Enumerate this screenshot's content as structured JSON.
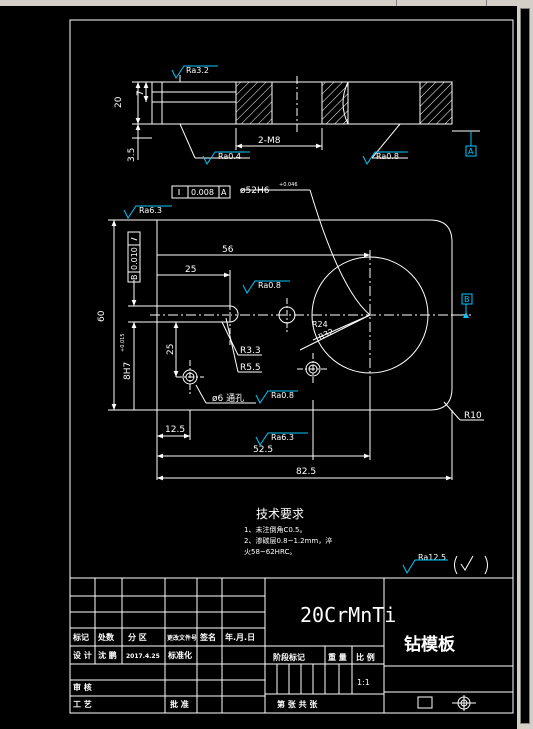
{
  "colors": {
    "background": "#000000",
    "lines": "#ffffff",
    "cyan": "#00c8ff",
    "hatch": "#ffffff"
  },
  "dimensions": {
    "height_20": "20",
    "height_7": "7",
    "height_3_5": "3.5",
    "thread": "2-M8",
    "len_56": "56",
    "len_25": "25",
    "height_60": "60",
    "vert_25": "25",
    "r3_3": "R3.3",
    "r5_5": "R5.5",
    "hole_phi6": "ø6 通孔",
    "len_12_5": "12.5",
    "len_52_5": "52.5",
    "len_82_5": "82.5",
    "r10": "R10",
    "r24": "R24",
    "r32": "R32",
    "bore_phi52": "ø52H6",
    "bore_tol": "+0.046",
    "slot_8h7": "8H7",
    "slot_tol": "+0.015"
  },
  "roughness": {
    "top_ra": "Ra3.2",
    "left_ra": "Ra0.4",
    "right_ra": "Ra0.8",
    "main_ra": "Ra6.3",
    "slot_ra": "Ra0.8",
    "hole_ra": "Ra0.8",
    "bottom_ra": "Ra6.3",
    "general_ra": "Ra12.5"
  },
  "tolerances": {
    "flatness_value": "0.008",
    "flatness_datum": "A",
    "parallel_value": "0.010",
    "parallel_datum": "B",
    "datum_a": "A",
    "datum_b": "B"
  },
  "tech": {
    "title": "技术要求",
    "line1": "1、未注倒角C0.5。",
    "line2": "2、渗碳层0.8~1.2mm，淬",
    "line3": "火58~62HRC。"
  },
  "titleblock": {
    "material": "20CrMnTi",
    "part_name": "钻模板",
    "h_biaoji": "标记",
    "h_chushu": "处数",
    "h_fenqu": "分 区",
    "h_wenjian": "更改文件号",
    "h_qianming": "签名",
    "h_date": "年.月.日",
    "designer_label": "设 计",
    "designer_name": "沈 鹏",
    "design_date": "2017.4.25",
    "standard_label": "标准化",
    "stage_label": "阶段标记",
    "weight_label": "重 量",
    "scale_label": "比 例",
    "scale": "1:1",
    "review_label": "审 核",
    "process_label": "工 艺",
    "approve_label": "批 准",
    "sheet_label": "第    张  共    张"
  }
}
